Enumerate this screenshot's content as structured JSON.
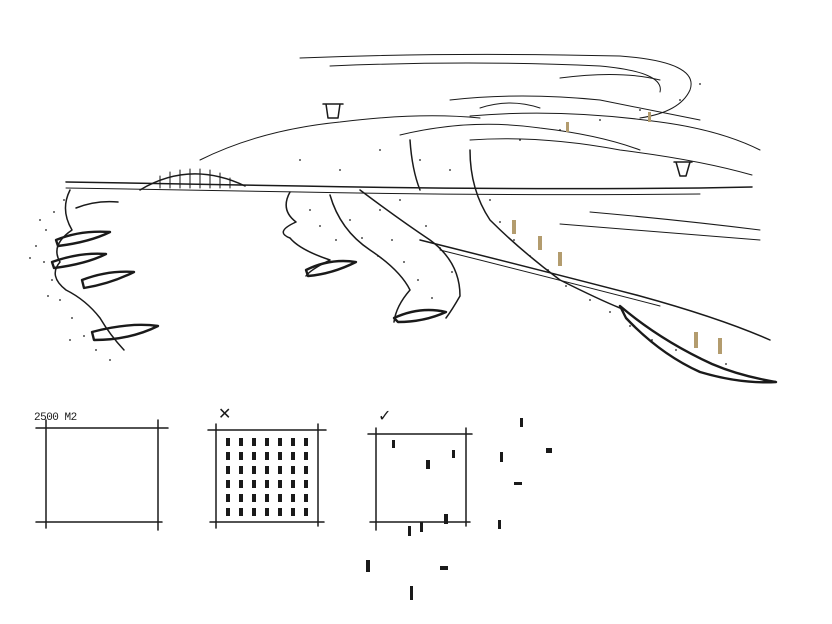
{
  "sketch": {
    "ink_color": "#1a1a1a",
    "accent_color": "#b39c6e",
    "diagrams": [
      {
        "id": "empty",
        "label": "2500 M2",
        "mark": ""
      },
      {
        "id": "grid",
        "label": "",
        "mark": "✕"
      },
      {
        "id": "scattered",
        "label": "",
        "mark": "✓"
      }
    ]
  }
}
